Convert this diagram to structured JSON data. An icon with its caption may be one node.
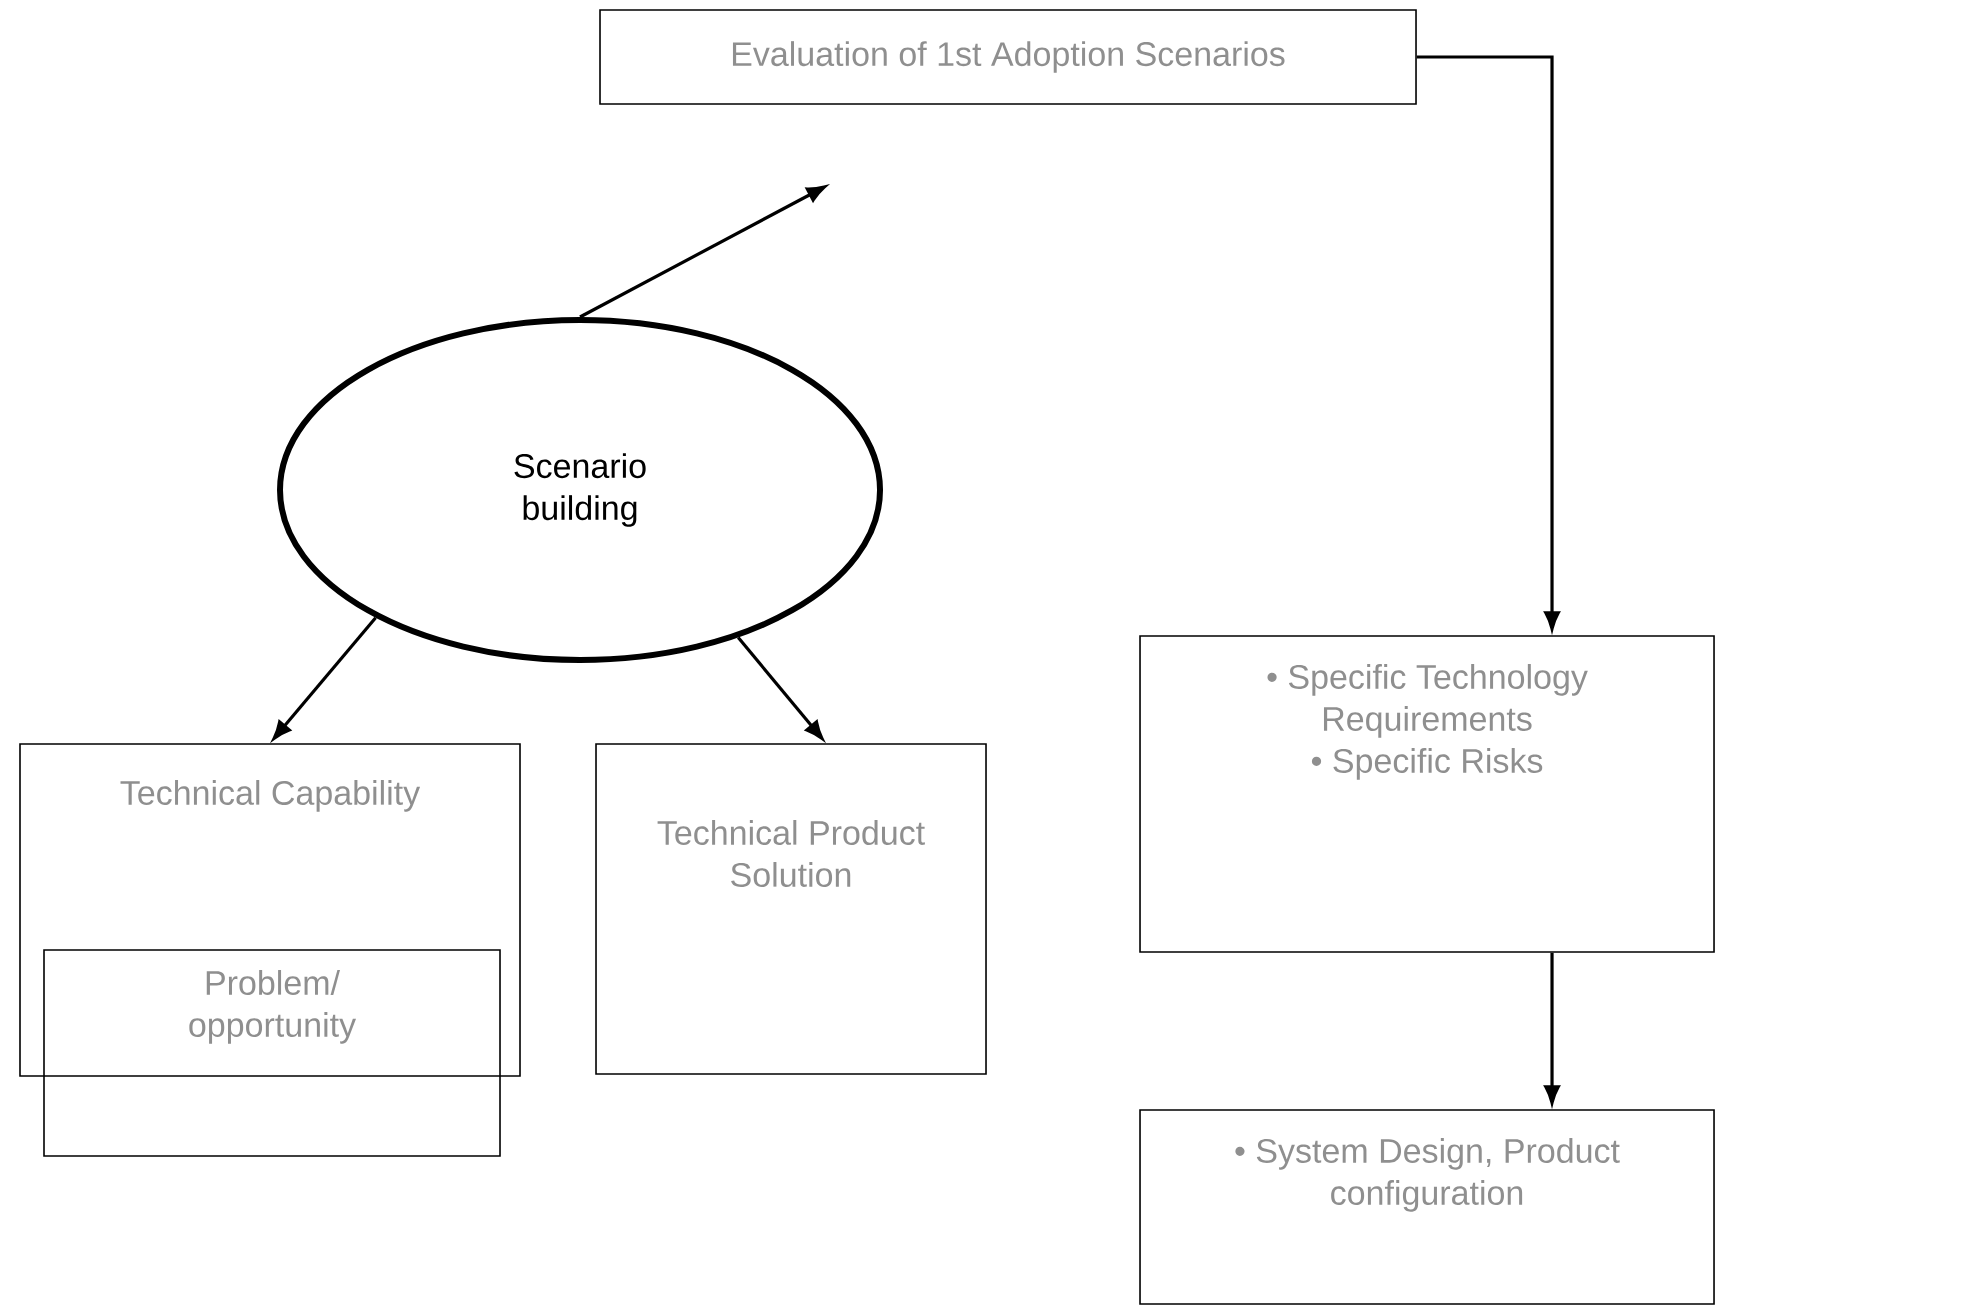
{
  "diagram": {
    "nodes": [
      {
        "text": [
          "Evaluation of 1st Adoption Scenarios"
        ]
      },
      {
        "text": [
          "Scenario building"
        ]
      },
      {
        "text": [
          "Technical Capability"
        ]
      },
      {
        "text": [
          "Problem/ opportunity"
        ]
      },
      {
        "text": [
          "Technical Product Solution"
        ]
      },
      {
        "text": [
          "• Specific Technology Requirements",
          "• Specific Risks"
        ]
      },
      {
        "text": [
          "• System Design, Product configuration"
        ]
      }
    ],
    "edges": [
      {
        "from": 1,
        "to": null,
        "arrow": "to"
      },
      {
        "from": 0,
        "to": 5,
        "arrow": "to"
      },
      {
        "from": 1,
        "to": 2,
        "arrow": "to"
      },
      {
        "from": 1,
        "to": 4,
        "arrow": "to"
      },
      {
        "from": 5,
        "to": 6,
        "arrow": "to"
      }
    ]
  }
}
